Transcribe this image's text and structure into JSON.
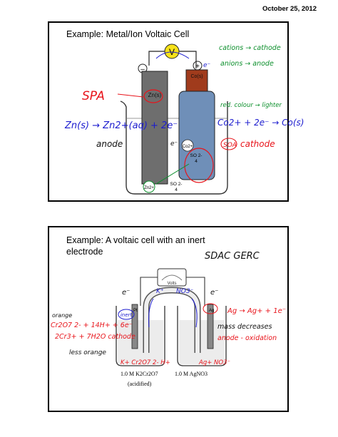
{
  "date": "October 25, 2012",
  "slide1": {
    "title": "Example: Metal/Ion Voltaic Cell",
    "voltmeter": "V",
    "minus_sign": "–",
    "plus_sign": "+",
    "anode_label": "Zn(s)",
    "cathode_label": "Co(s)",
    "electron_top": "e⁻",
    "electron_mid": "e⁻",
    "zn_ion": "Zn2+",
    "co_ion": "Co2+",
    "sulfate_right": "SO 2-",
    "sulfate_right_sub": "4",
    "sulfate_bottom": "SO 2-",
    "sulfate_bottom_sub": "4",
    "note_cations": "cations → cathode",
    "note_anions": "anions → anode",
    "note_spa": "SPA",
    "note_zn_half": "Zn(s) → Zn2+(aq) + 2e⁻",
    "note_anode": "anode",
    "note_red_colour": "red. colour → lighter",
    "note_co_half": "Co2+ + 2e⁻ → Co(s)",
    "note_soa": "SOA",
    "note_cathode": "cathode"
  },
  "slide2": {
    "title_line1": "Example: A voltaic cell with an inert",
    "title_line2": "electrode",
    "note_sdac": "SDAC GERC",
    "volts_label": "Volts",
    "pt_label": "Pt",
    "inert_label": "inert",
    "ag_label": "Ag",
    "e_left": "e⁻",
    "e_right": "e⁻",
    "k_plus": "K⁺",
    "no3": "NO3⁻",
    "note_orange": "orange",
    "note_cr_half": "Cr2O7 2- + 14H+ + 6e⁻",
    "note_cr_product": "2Cr3+ + 7H2O cathode",
    "note_less_orange": "less orange",
    "note_ag_half": "Ag → Ag+ + 1e⁻",
    "note_mass": "mass decreases",
    "note_oxidation": "anode - oxidation",
    "note_ions_left": "K+ Cr2O7 2- H+",
    "note_ions_right": "Ag+ NO3⁻",
    "sol_left": "1.0 M K2Cr2O7",
    "sol_right": "1.0 M AgNO3",
    "acidified": "(acidified)"
  }
}
